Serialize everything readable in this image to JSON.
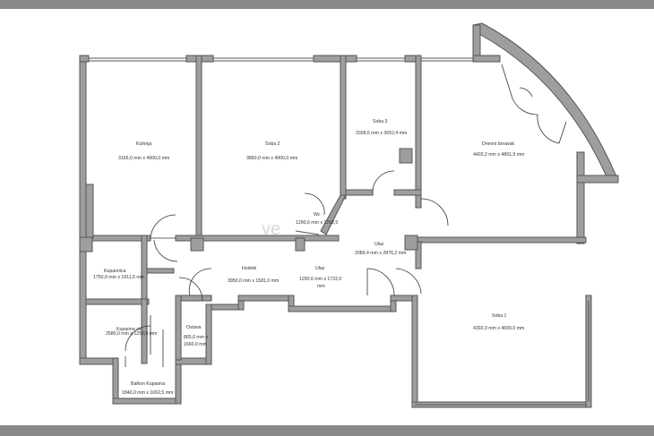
{
  "colors": {
    "wall": "#9e9e9e",
    "frame_bar": "#8a8a8a",
    "background": "#ffffff",
    "text": "#333333"
  },
  "rooms": [
    {
      "id": "kuhinja",
      "name": "Kuhinja",
      "dims": "3165,0 mm x 4900,0 mm"
    },
    {
      "id": "soba2",
      "name": "Soba 2",
      "dims": "3860,0 mm x 4900,0 mm"
    },
    {
      "id": "soba3",
      "name": "Soba 3",
      "dims": "2028,6 mm x 3652,4 mm"
    },
    {
      "id": "dnevni",
      "name": "Dnevni boravak",
      "dims": "4403,2 mm x 4861,9 mm"
    },
    {
      "id": "wc",
      "name": "Wc",
      "dims": "1290,6 mm x 1292,5"
    },
    {
      "id": "ulaz1",
      "name": "Ulaz",
      "dims": "2089,4 mm x 2876,2 mm"
    },
    {
      "id": "kupaonica",
      "name": "Kupaonica",
      "dims": "1750,0 mm x 1911,6 mm"
    },
    {
      "id": "hodnik",
      "name": "Hodnik",
      "dims": "3950,0 mm x 1581,0 mm"
    },
    {
      "id": "ulaz2",
      "name": "Ulaz",
      "dims_line1": "1290,6 mm x 1722,0",
      "dims_line2": "mm"
    },
    {
      "id": "soba1",
      "name": "Soba 1",
      "dims": "4392,0 mm x 4500,0 mm"
    },
    {
      "id": "ostava",
      "name": "Ostava",
      "dims_line1": "865,0 mm x",
      "dims_line2": "1660,0 mm"
    },
    {
      "id": "kupaonica2",
      "name": "Kupaona vio",
      "dims": "2580,0 mm x 1250,0 mm"
    },
    {
      "id": "balkon",
      "name": "Balkon Kupaona",
      "dims": "1840,0 mm x 1062,5 mm"
    }
  ],
  "watermark": "ve"
}
